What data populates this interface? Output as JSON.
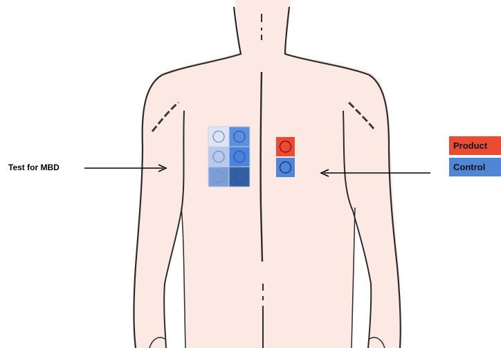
{
  "annotation": {
    "test_label": "Test for MBD"
  },
  "legend": {
    "items": [
      {
        "label": "Product",
        "color": "#ea4b33"
      },
      {
        "label": "Control",
        "color": "#4f86d6"
      }
    ]
  },
  "colors": {
    "skin": "#fce9e4",
    "outline": "#2b2b2b",
    "product": "#ea4b33",
    "control": "#4f86d6"
  },
  "test_grid": {
    "rows": 3,
    "cols": 2,
    "fills": [
      [
        "#dde5f3",
        "#5d8fdb"
      ],
      [
        "#b9c9ea",
        "#4a83d9"
      ],
      [
        "#7e9fd6",
        "#355fa0"
      ]
    ]
  },
  "reference_grid": {
    "cells": [
      "product",
      "control"
    ]
  }
}
